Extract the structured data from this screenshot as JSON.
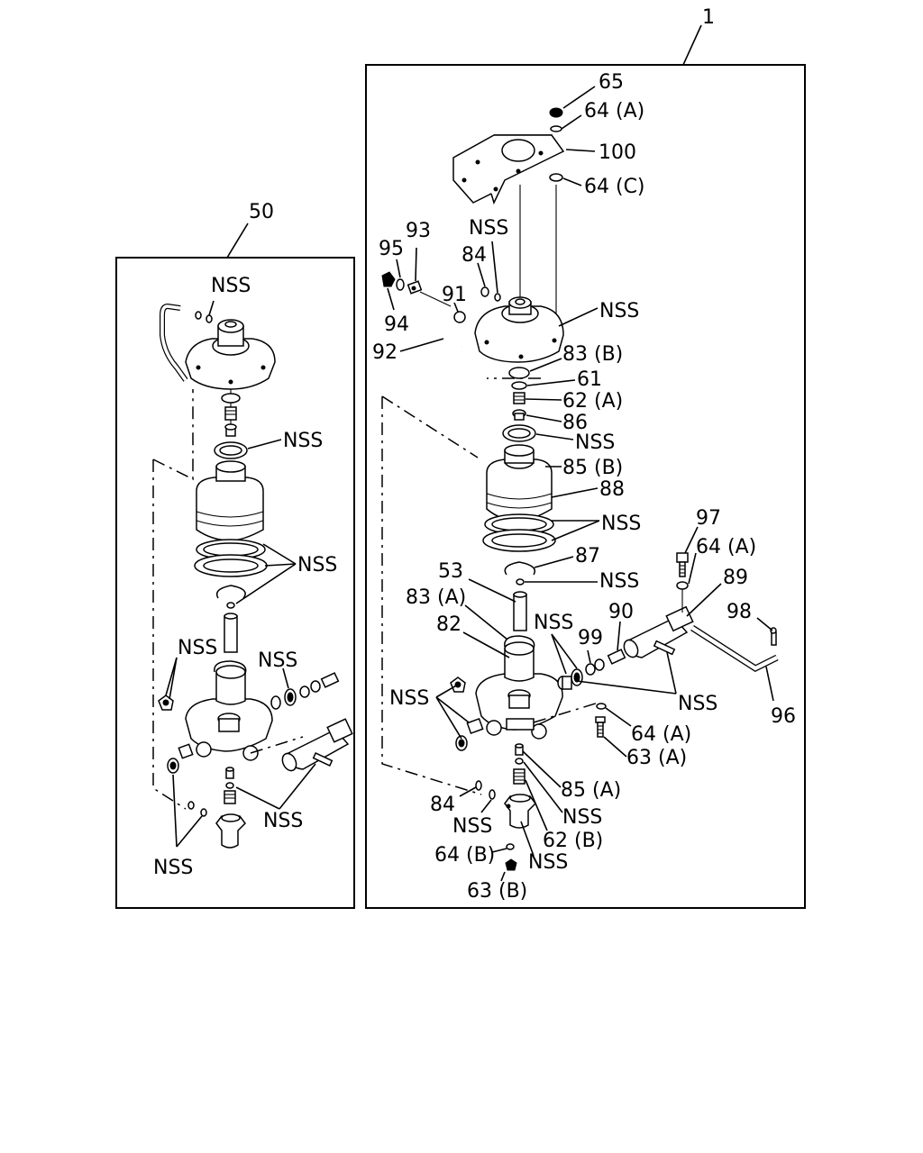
{
  "callouts": {
    "assembly_main": "1",
    "assembly_alt": "50",
    "p65": "65",
    "p64a_top": "64 (A)",
    "p100": "100",
    "p64c": "64 (C)",
    "nss_bracket": "NSS",
    "p93": "93",
    "p95": "95",
    "p84_top": "84",
    "p91": "91",
    "p94": "94",
    "p92": "92",
    "nss_cover": "NSS",
    "p83b": "83 (B)",
    "p61": "61",
    "p62a": "62 (A)",
    "p86": "86",
    "nss_ring1": "NSS",
    "p85b": "85 (B)",
    "p88": "88",
    "nss_rings": "NSS",
    "p87": "87",
    "nss_small": "NSS",
    "p53": "53",
    "p83a": "83 (A)",
    "p82": "82",
    "p97": "97",
    "p64a_mid": "64 (A)",
    "p89": "89",
    "p98": "98",
    "p90": "90",
    "p99": "99",
    "nss_valve": "NSS",
    "nss_left": "NSS",
    "nss_pin": "NSS",
    "p96": "96",
    "p64a_low": "64 (A)",
    "p63a": "63 (A)",
    "p85a": "85 (A)",
    "p84_low": "84",
    "nss_b1": "NSS",
    "nss_b2": "NSS",
    "p62b": "62 (B)",
    "p64b": "64 (B)",
    "nss_b3": "NSS",
    "p63b": "63 (B)",
    "l_nss_top": "NSS",
    "l_nss_ring": "NSS",
    "l_nss_rings": "NSS",
    "l_nss_mid": "NSS",
    "l_nss_right": "NSS",
    "l_nss_low": "NSS",
    "l_nss_bottom": "NSS"
  }
}
